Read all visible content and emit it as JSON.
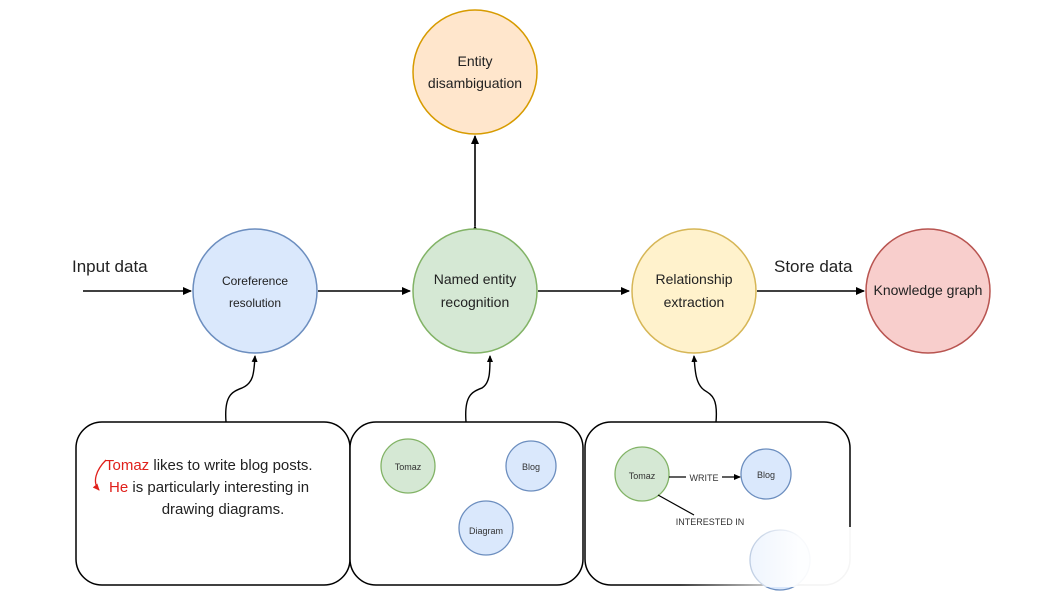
{
  "input_label": "Input data",
  "store_label": "Store data",
  "nodes": {
    "entity_disambiguation": {
      "line1": "Entity",
      "line2": "disambiguation"
    },
    "coreference": {
      "line1": "Coreference",
      "line2": "resolution"
    },
    "ner": {
      "line1": "Named entity",
      "line2": "recognition"
    },
    "relationship": {
      "line1": "Relationship",
      "line2": "extraction"
    },
    "knowledge_graph": {
      "line1": "Knowledge graph"
    }
  },
  "text_box": {
    "name1": "Tomaz",
    "line1_rest": " likes to write blog posts.",
    "name2": "He",
    "line2_rest": " is particularly interesting in",
    "line3": "drawing diagrams."
  },
  "ner_box": {
    "tomaz": "Tomaz",
    "blog": "Blog",
    "diagram": "Diagram"
  },
  "rel_box": {
    "tomaz": "Tomaz",
    "blog": "Blog",
    "write": "WRITE",
    "interested": "INTERESTED IN"
  },
  "colors": {
    "orange_fill": "#ffe6cc",
    "orange_stroke": "#d79b00",
    "blue_fill": "#dae8fc",
    "blue_stroke": "#6c8ebf",
    "green_fill": "#d5e8d4",
    "green_stroke": "#82b366",
    "yellow_fill": "#fff2cc",
    "yellow_stroke": "#d6b656",
    "red_fill": "#f8cecc",
    "red_stroke": "#b85450",
    "highlight_red": "#e0201b"
  }
}
